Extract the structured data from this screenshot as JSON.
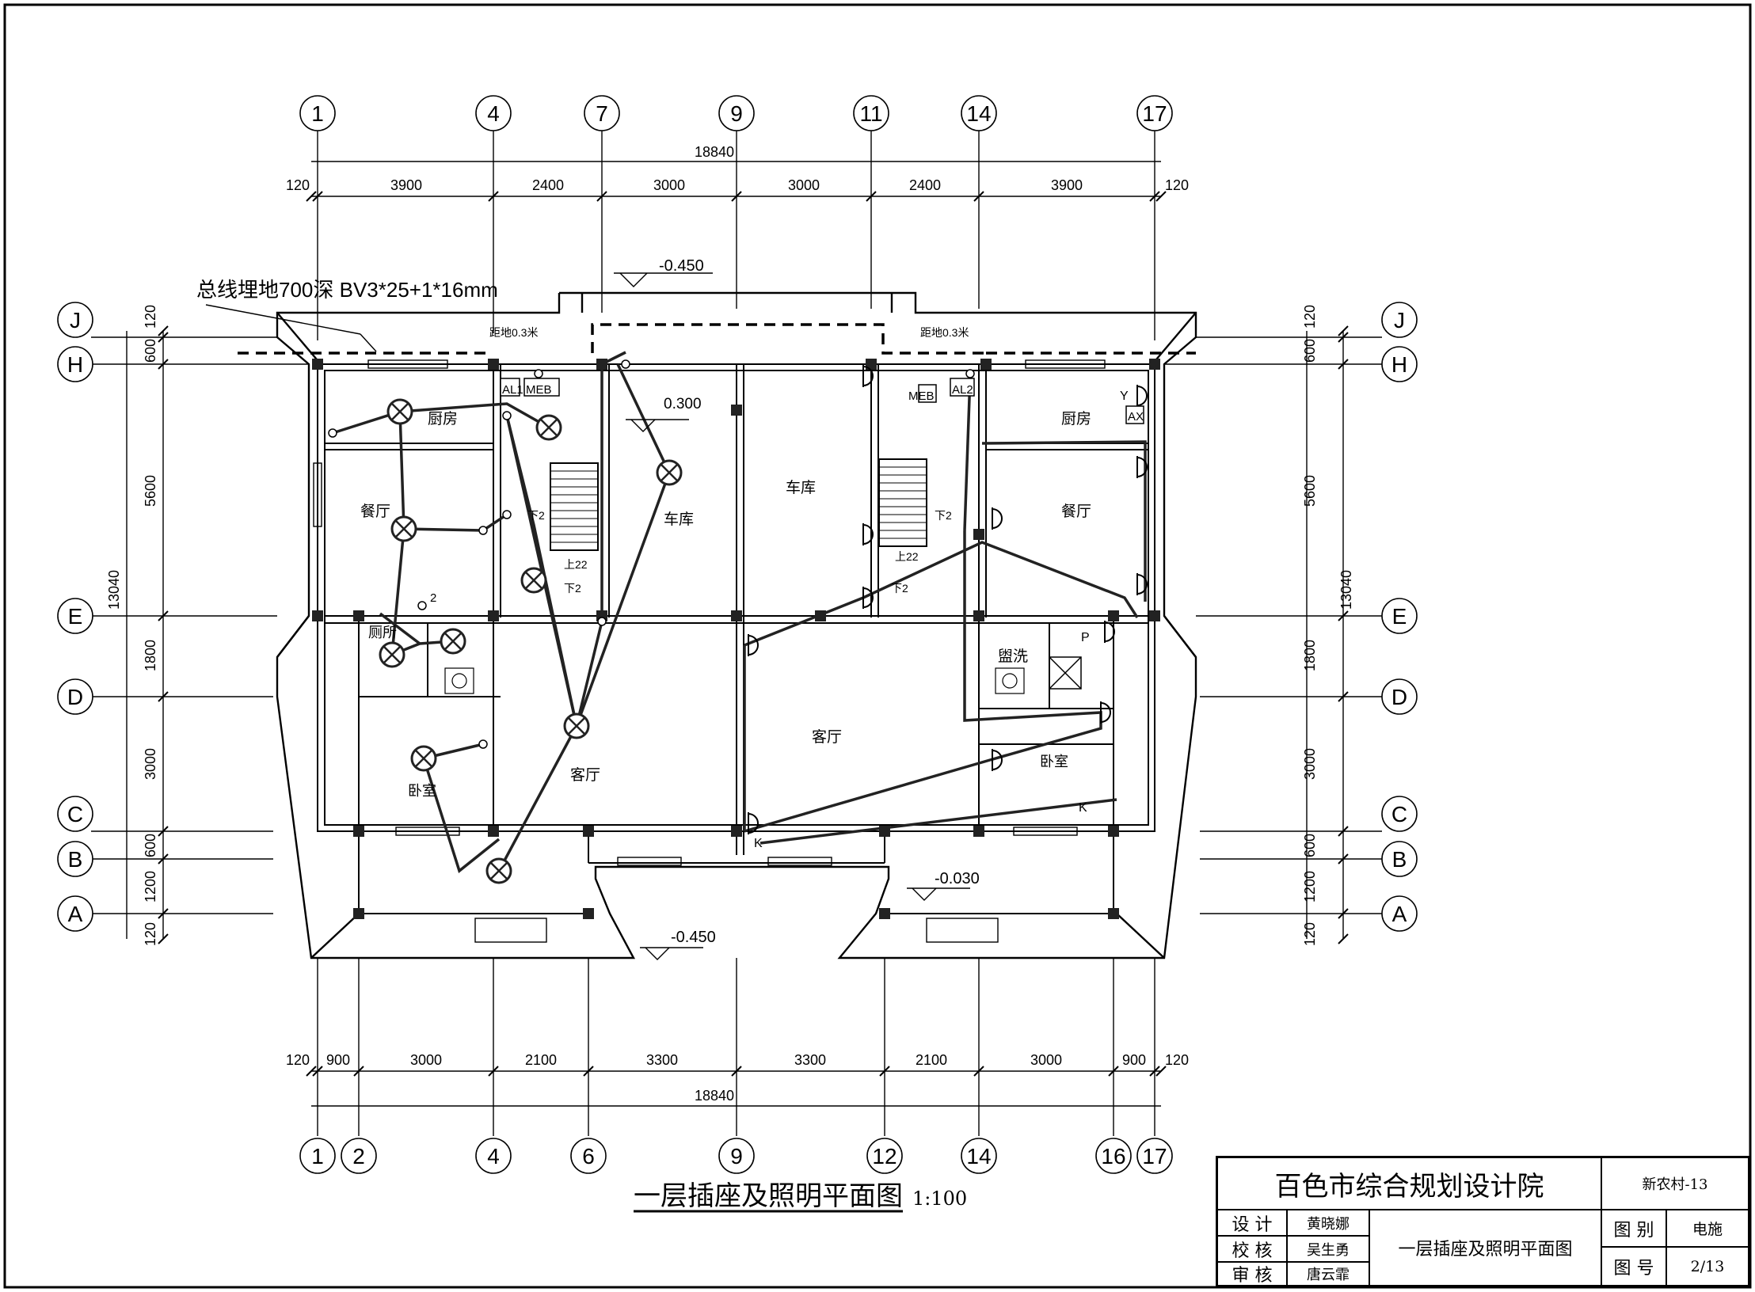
{
  "plan": {
    "title": "一层插座及照明平面图",
    "scale": "1:100",
    "top_axes": [
      "1",
      "4",
      "7",
      "9",
      "11",
      "14",
      "17"
    ],
    "bottom_axes": [
      "1",
      "2",
      "4",
      "6",
      "9",
      "12",
      "14",
      "16",
      "17"
    ],
    "side_axes": [
      "J",
      "H",
      "E",
      "D",
      "C",
      "B",
      "A"
    ],
    "top_total": "18840",
    "top_dims": [
      "120",
      "3900",
      "2400",
      "3000",
      "3000",
      "2400",
      "3900",
      "120"
    ],
    "bottom_total": "18840",
    "bottom_dims": [
      "120",
      "900",
      "3000",
      "2100",
      "3300",
      "3300",
      "2100",
      "3000",
      "900",
      "120"
    ],
    "side_total": "13040",
    "side_dims": [
      "120",
      "600",
      "5600",
      "1800",
      "3000",
      "600",
      "1200",
      "120"
    ],
    "feeder_note": "总线埋地700深  BV3*25+1*16mm",
    "elev_top": "-0.450",
    "elev_garage": "0.300",
    "elev_porch_left": "-0.450",
    "elev_porch_right": "-0.030",
    "mount_height_note": "距地0.3米",
    "stair_down": "下2",
    "stair_up": "上22",
    "panel_labels": [
      "AL1",
      "MEB",
      "MEB",
      "AL2"
    ],
    "device_labels": [
      "Y",
      "AX",
      "P",
      "K",
      "K",
      "2"
    ],
    "rooms": [
      "厨房",
      "餐厅",
      "厕所",
      "卧室",
      "客厅",
      "车库",
      "车库",
      "客厅",
      "厨房",
      "餐厅",
      "盥洗",
      "卧室"
    ]
  },
  "title_block": {
    "company": "百色市综合规划设计院",
    "project": "新农村-13",
    "role_design": "设 计",
    "name_design": "黄晓娜",
    "role_check": "校 核",
    "name_check": "吴生勇",
    "role_review": "审 核",
    "name_review": "唐云霏",
    "drawing_name": "一层插座及照明平面图",
    "label_type": "图 别",
    "value_type": "电施",
    "label_no": "图 号",
    "value_no": "2/13"
  }
}
